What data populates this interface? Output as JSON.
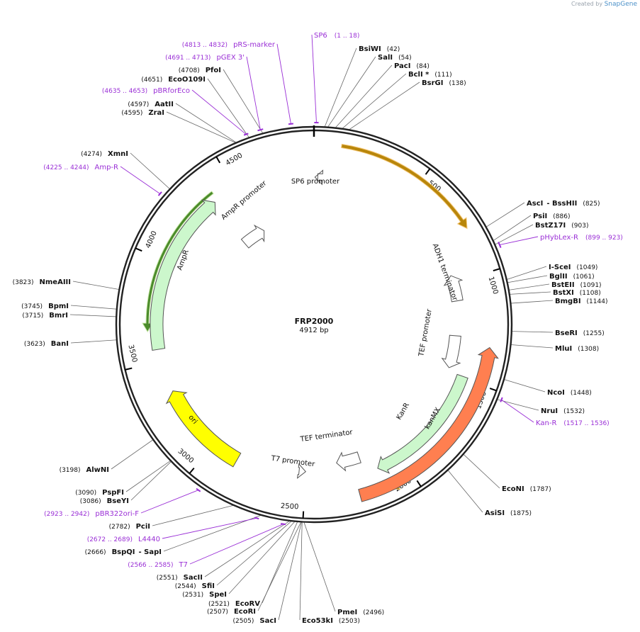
{
  "watermark": {
    "prefix": "Created by",
    "brand": "SnapGene"
  },
  "plasmid": {
    "name": "FRP2000",
    "size": "4912 bp"
  },
  "ring_ticks": [
    "500",
    "1000",
    "1500",
    "2000",
    "2500",
    "3000",
    "3500",
    "4000",
    "4500"
  ],
  "enzymes": [
    {
      "name": "BsiWI",
      "pos": "(42)"
    },
    {
      "name": "SalI",
      "pos": "(54)"
    },
    {
      "name": "PacI",
      "pos": "(84)"
    },
    {
      "name": "BclI *",
      "pos": "(111)"
    },
    {
      "name": "BsrGI",
      "pos": "(138)"
    },
    {
      "name": "AscI",
      "name2": "- BssHII",
      "pos": "(825)"
    },
    {
      "name": "PsiI",
      "pos": "(886)"
    },
    {
      "name": "BstZ17I",
      "pos": "(903)"
    },
    {
      "name": "I-SceI",
      "pos": "(1049)"
    },
    {
      "name": "BglII",
      "pos": "(1061)"
    },
    {
      "name": "BstEII",
      "pos": "(1091)"
    },
    {
      "name": "BstXI",
      "pos": "(1108)"
    },
    {
      "name": "BmgBI",
      "pos": "(1144)"
    },
    {
      "name": "BseRI",
      "pos": "(1255)"
    },
    {
      "name": "MluI",
      "pos": "(1308)"
    },
    {
      "name": "NcoI",
      "pos": "(1448)"
    },
    {
      "name": "NruI",
      "pos": "(1532)"
    },
    {
      "name": "EcoNI",
      "pos": "(1787)"
    },
    {
      "name": "AsiSI",
      "pos": "(1875)"
    },
    {
      "name": "PmeI",
      "pos": "(2496)"
    },
    {
      "name": "Eco53kI",
      "pos": "(2503)"
    },
    {
      "name": "SacI",
      "pos": "(2505)"
    },
    {
      "name": "EcoRI",
      "pos": "(2507)"
    },
    {
      "name": "EcoRV",
      "pos": "(2521)"
    },
    {
      "name": "SpeI",
      "pos": "(2531)"
    },
    {
      "name": "SfiI",
      "pos": "(2544)"
    },
    {
      "name": "SacII",
      "pos": "(2551)"
    },
    {
      "name": "BspQI",
      "name2": "- SapI",
      "pos": "(2666)"
    },
    {
      "name": "PciI",
      "pos": "(2782)"
    },
    {
      "name": "BseYI",
      "pos": "(3086)"
    },
    {
      "name": "PspFI",
      "pos": "(3090)"
    },
    {
      "name": "AlwNI",
      "pos": "(3198)"
    },
    {
      "name": "BanI",
      "pos": "(3623)"
    },
    {
      "name": "BmrI",
      "pos": "(3715)"
    },
    {
      "name": "BpmI",
      "pos": "(3745)"
    },
    {
      "name": "NmeAIII",
      "pos": "(3823)"
    },
    {
      "name": "XmnI",
      "pos": "(4274)"
    },
    {
      "name": "ZraI",
      "pos": "(4595)"
    },
    {
      "name": "AatII",
      "pos": "(4597)"
    },
    {
      "name": "EcoO109I",
      "pos": "(4651)"
    },
    {
      "name": "PfoI",
      "pos": "(4708)"
    }
  ],
  "primers": [
    {
      "name": "SP6",
      "range": "(1 .. 18)"
    },
    {
      "name": "pHybLex-R",
      "range": "(899 .. 923)"
    },
    {
      "name": "Kan-R",
      "range": "(1517 .. 1536)"
    },
    {
      "name": "T7",
      "range": "(2566 .. 2585)"
    },
    {
      "name": "L4440",
      "range": "(2672 .. 2689)"
    },
    {
      "name": "pBR322ori-F",
      "range": "(2923 .. 2942)"
    },
    {
      "name": "Amp-R",
      "range": "(4225 .. 4244)"
    },
    {
      "name": "pBRforEco",
      "range": "(4635 .. 4653)"
    },
    {
      "name": "pGEX 3'",
      "range": "(4691 .. 4713)"
    },
    {
      "name": "pRS-marker",
      "range": "(4813 .. 4832)"
    }
  ],
  "features": [
    {
      "name": "SP6 promoter"
    },
    {
      "name": "ADH1 terminator"
    },
    {
      "name": "TEF promoter"
    },
    {
      "name": "KanR"
    },
    {
      "name": "kanMX"
    },
    {
      "name": "TEF terminator"
    },
    {
      "name": "T7 promoter"
    },
    {
      "name": "ori"
    },
    {
      "name": "AmpR"
    },
    {
      "name": "AmpR promoter"
    }
  ],
  "colors": {
    "backbone": "#222222",
    "primer": "#9a2fd6",
    "orf_orange": "#f0a030",
    "kanmx": "#ff7f50",
    "resistance": "#ccf7cc",
    "ori": "#ffff00",
    "promoter": "#ffffff"
  }
}
